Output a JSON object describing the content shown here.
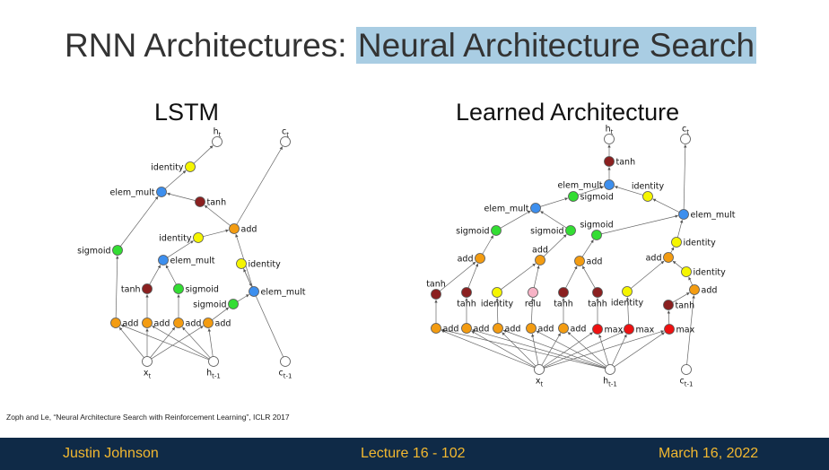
{
  "slide": {
    "title_prefix": "RNN Architectures: ",
    "title_highlight": "Neural Architecture Search"
  },
  "citation": "Zoph and Le, “Neural Architecture Search with Reinforcement Learning”, ICLR 2017",
  "footer": {
    "author": "Justin Johnson",
    "lecture": "Lecture 16 - 102",
    "date": "March 16, 2022"
  },
  "colors": {
    "title_highlight": "#a9cde3",
    "footer_bg": "#0f2a47",
    "footer_text": "#f2b830",
    "node_orange": "#f39c12",
    "node_green": "#33dd33",
    "node_blue": "#3d8fee",
    "node_yellow": "#f5f500",
    "node_darkred": "#8b2020",
    "node_red": "#ee1111",
    "node_pink": "#f7b3c6",
    "node_white": "#ffffff"
  },
  "diagrams": [
    {
      "heading": "LSTM",
      "nodes": [
        {
          "id": "ht",
          "label": "h",
          "sub": "t",
          "color": "white"
        },
        {
          "id": "ct",
          "label": "c",
          "sub": "t",
          "color": "white"
        },
        {
          "id": "id1",
          "label": "identity",
          "color": "yellow"
        },
        {
          "id": "em1",
          "label": "elem_mult",
          "color": "blue"
        },
        {
          "id": "tanh1",
          "label": "tanh",
          "color": "darkred"
        },
        {
          "id": "add1",
          "label": "add",
          "color": "orange"
        },
        {
          "id": "sig1",
          "label": "sigmoid",
          "color": "green"
        },
        {
          "id": "id2",
          "label": "identity",
          "color": "yellow"
        },
        {
          "id": "id3",
          "label": "identity",
          "color": "yellow"
        },
        {
          "id": "em2",
          "label": "elem_mult",
          "color": "blue"
        },
        {
          "id": "tanh2",
          "label": "tanh",
          "color": "darkred"
        },
        {
          "id": "sig2",
          "label": "sigmoid",
          "color": "green"
        },
        {
          "id": "em3",
          "label": "elem_mult",
          "color": "blue"
        },
        {
          "id": "sig3",
          "label": "sigmoid",
          "color": "green"
        },
        {
          "id": "a1",
          "label": "add",
          "color": "orange"
        },
        {
          "id": "a2",
          "label": "add",
          "color": "orange"
        },
        {
          "id": "a3",
          "label": "add",
          "color": "orange"
        },
        {
          "id": "a4",
          "label": "add",
          "color": "orange"
        },
        {
          "id": "xt",
          "label": "x",
          "sub": "t",
          "color": "white"
        },
        {
          "id": "htm1",
          "label": "h",
          "sub": "t-1",
          "color": "white"
        },
        {
          "id": "ctm1",
          "label": "c",
          "sub": "t-1",
          "color": "white"
        }
      ],
      "edges": [
        [
          "id1",
          "ht"
        ],
        [
          "em1",
          "id1"
        ],
        [
          "tanh1",
          "em1"
        ],
        [
          "add1",
          "tanh1"
        ],
        [
          "add1",
          "ct"
        ],
        [
          "sig1",
          "em1"
        ],
        [
          "id2",
          "add1"
        ],
        [
          "em2",
          "id2"
        ],
        [
          "em3",
          "add1"
        ],
        [
          "id3",
          "em3"
        ],
        [
          "ctm1",
          "id3"
        ],
        [
          "tanh2",
          "em2"
        ],
        [
          "sig2",
          "em2"
        ],
        [
          "sig3",
          "em3"
        ],
        [
          "a1",
          "sig1"
        ],
        [
          "a2",
          "tanh2"
        ],
        [
          "a3",
          "sig2"
        ],
        [
          "a4",
          "sig3"
        ],
        [
          "xt",
          "a1"
        ],
        [
          "xt",
          "a2"
        ],
        [
          "xt",
          "a3"
        ],
        [
          "xt",
          "a4"
        ],
        [
          "htm1",
          "a1"
        ],
        [
          "htm1",
          "a2"
        ],
        [
          "htm1",
          "a3"
        ],
        [
          "htm1",
          "a4"
        ]
      ]
    },
    {
      "heading": "Learned Architecture",
      "nodes": [
        {
          "id": "ht",
          "label": "h",
          "sub": "t",
          "color": "white"
        },
        {
          "id": "ct",
          "label": "c",
          "sub": "t",
          "color": "white"
        },
        {
          "id": "tanh0",
          "label": "tanh",
          "color": "darkred"
        },
        {
          "id": "em1",
          "label": "elem_mult",
          "color": "blue"
        },
        {
          "id": "idA",
          "label": "identity",
          "color": "yellow"
        },
        {
          "id": "sigA",
          "label": "sigmoid",
          "color": "green"
        },
        {
          "id": "em2",
          "label": "elem_mult",
          "color": "blue"
        },
        {
          "id": "em3",
          "label": "elem_mult",
          "color": "blue"
        },
        {
          "id": "sigB",
          "label": "sigmoid",
          "color": "green"
        },
        {
          "id": "sigC",
          "label": "sigmoid",
          "color": "green"
        },
        {
          "id": "sigD",
          "label": "sigmoid",
          "color": "green"
        },
        {
          "id": "idB",
          "label": "identity",
          "color": "yellow"
        },
        {
          "id": "addL",
          "label": "add",
          "color": "orange"
        },
        {
          "id": "addM",
          "label": "add",
          "color": "orange"
        },
        {
          "id": "addN",
          "label": "add",
          "color": "orange"
        },
        {
          "id": "addR",
          "label": "add",
          "color": "orange"
        },
        {
          "id": "idC",
          "label": "identity",
          "color": "yellow"
        },
        {
          "id": "addS",
          "label": "add",
          "color": "orange"
        },
        {
          "id": "t1",
          "label": "tanh",
          "color": "darkred"
        },
        {
          "id": "t2",
          "label": "tanh",
          "color": "darkred"
        },
        {
          "id": "i1",
          "label": "identity",
          "color": "yellow"
        },
        {
          "id": "r1",
          "label": "relu",
          "color": "pink"
        },
        {
          "id": "t3",
          "label": "tanh",
          "color": "darkred"
        },
        {
          "id": "t4",
          "label": "tanh",
          "color": "darkred"
        },
        {
          "id": "i2",
          "label": "identity",
          "color": "yellow"
        },
        {
          "id": "t5",
          "label": "tanh",
          "color": "darkred"
        },
        {
          "id": "b1",
          "label": "add",
          "color": "orange"
        },
        {
          "id": "b2",
          "label": "add",
          "color": "orange"
        },
        {
          "id": "b3",
          "label": "add",
          "color": "orange"
        },
        {
          "id": "b4",
          "label": "add",
          "color": "orange"
        },
        {
          "id": "b5",
          "label": "add",
          "color": "orange"
        },
        {
          "id": "m1",
          "label": "max",
          "color": "red"
        },
        {
          "id": "m2",
          "label": "max",
          "color": "red"
        },
        {
          "id": "m3",
          "label": "max",
          "color": "red"
        },
        {
          "id": "xt",
          "label": "x",
          "sub": "t",
          "color": "white"
        },
        {
          "id": "htm1",
          "label": "h",
          "sub": "t-1",
          "color": "white"
        },
        {
          "id": "ctm1",
          "label": "c",
          "sub": "t-1",
          "color": "white"
        }
      ],
      "edges": [
        [
          "tanh0",
          "ht"
        ],
        [
          "em1",
          "tanh0"
        ],
        [
          "sigA",
          "em1"
        ],
        [
          "idA",
          "em1"
        ],
        [
          "em2",
          "sigA"
        ],
        [
          "em3",
          "idA"
        ],
        [
          "em3",
          "ct"
        ],
        [
          "sigB",
          "em2"
        ],
        [
          "sigC",
          "em2"
        ],
        [
          "addL",
          "sigB"
        ],
        [
          "addM",
          "sigC"
        ],
        [
          "addN",
          "sigD"
        ],
        [
          "sigD",
          "em3"
        ],
        [
          "idB",
          "em3"
        ],
        [
          "addR",
          "idB"
        ],
        [
          "idC",
          "addR"
        ],
        [
          "addS",
          "idC"
        ],
        [
          "ctm1",
          "addS"
        ],
        [
          "t1",
          "addL"
        ],
        [
          "t2",
          "addL"
        ],
        [
          "i1",
          "addM"
        ],
        [
          "r1",
          "addM"
        ],
        [
          "t3",
          "addN"
        ],
        [
          "t4",
          "addN"
        ],
        [
          "i2",
          "addR"
        ],
        [
          "t5",
          "addS"
        ],
        [
          "b1",
          "t1"
        ],
        [
          "b2",
          "t2"
        ],
        [
          "b3",
          "i1"
        ],
        [
          "b4",
          "r1"
        ],
        [
          "b5",
          "t3"
        ],
        [
          "m1",
          "t4"
        ],
        [
          "m2",
          "i2"
        ],
        [
          "m3",
          "t5"
        ],
        [
          "xt",
          "b1"
        ],
        [
          "xt",
          "b2"
        ],
        [
          "xt",
          "b3"
        ],
        [
          "xt",
          "b4"
        ],
        [
          "xt",
          "b5"
        ],
        [
          "xt",
          "m1"
        ],
        [
          "xt",
          "m2"
        ],
        [
          "xt",
          "m3"
        ],
        [
          "htm1",
          "b1"
        ],
        [
          "htm1",
          "b2"
        ],
        [
          "htm1",
          "b3"
        ],
        [
          "htm1",
          "b4"
        ],
        [
          "htm1",
          "b5"
        ],
        [
          "htm1",
          "m1"
        ],
        [
          "htm1",
          "m2"
        ],
        [
          "htm1",
          "m3"
        ]
      ]
    }
  ]
}
